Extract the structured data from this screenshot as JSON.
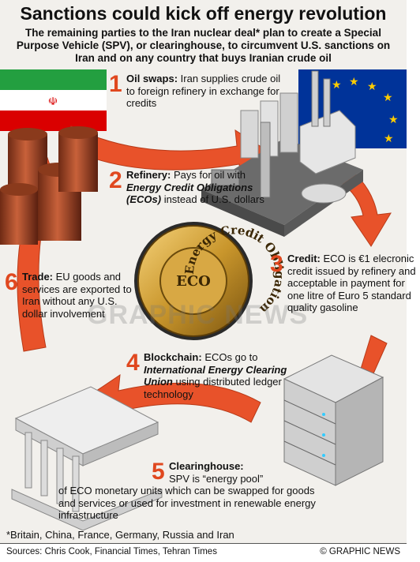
{
  "title": "Sanctions could kick off energy revolution",
  "subtitle": "The remaining parties to the Iran nuclear deal* plan to create a Special Purpose Vehicle (SPV), or clearinghouse, to circumvent U.S. sanctions on Iran and on any country that buys Iranian crude oil",
  "steps": [
    {
      "num": "1",
      "label": "Oil swaps:",
      "text": "Iran supplies crude oil to foreign refinery in exchange for credits"
    },
    {
      "num": "2",
      "label": "Refinery:",
      "text_a": "Pays for oil with",
      "emph": "Energy Credit Obligations (ECOs)",
      "text_b": "instead of U.S. dollars"
    },
    {
      "num": "3",
      "label": "Credit:",
      "text": "ECO is €1 elecronic credit issued by refinery and acceptable in payment for one litre of Euro 5 standard quality gasoline"
    },
    {
      "num": "4",
      "label": "Blockchain:",
      "text_a": "ECOs go to",
      "emph": "International Energy Clearing Union",
      "text_b": "using distributed ledger technology"
    },
    {
      "num": "5",
      "label": "Clearinghouse:",
      "text_a": "SPV is “energy pool”",
      "text_b": "of ECO monetary units which can be swapped for goods and services or used for investment in renewable energy infrastructure"
    },
    {
      "num": "6",
      "label": "Trade:",
      "text": "EU goods and services are exported to Iran without any U.S. dollar involvement"
    }
  ],
  "coin": {
    "ring_text": "Energy Credit Obligation",
    "center": "ECO"
  },
  "watermark": "GRAPHIC NEWS",
  "footnote": "*Britain, China, France, Germany, Russia and Iran",
  "footer": {
    "sources": "Sources: Chris Cook, Financial Times, Tehran Times",
    "credit": "© GRAPHIC NEWS"
  },
  "colors": {
    "arrow": "#e8522a",
    "iran_green": "#239f40",
    "iran_red": "#da0000",
    "eu_blue": "#003399",
    "eu_star": "#ffcc00"
  }
}
